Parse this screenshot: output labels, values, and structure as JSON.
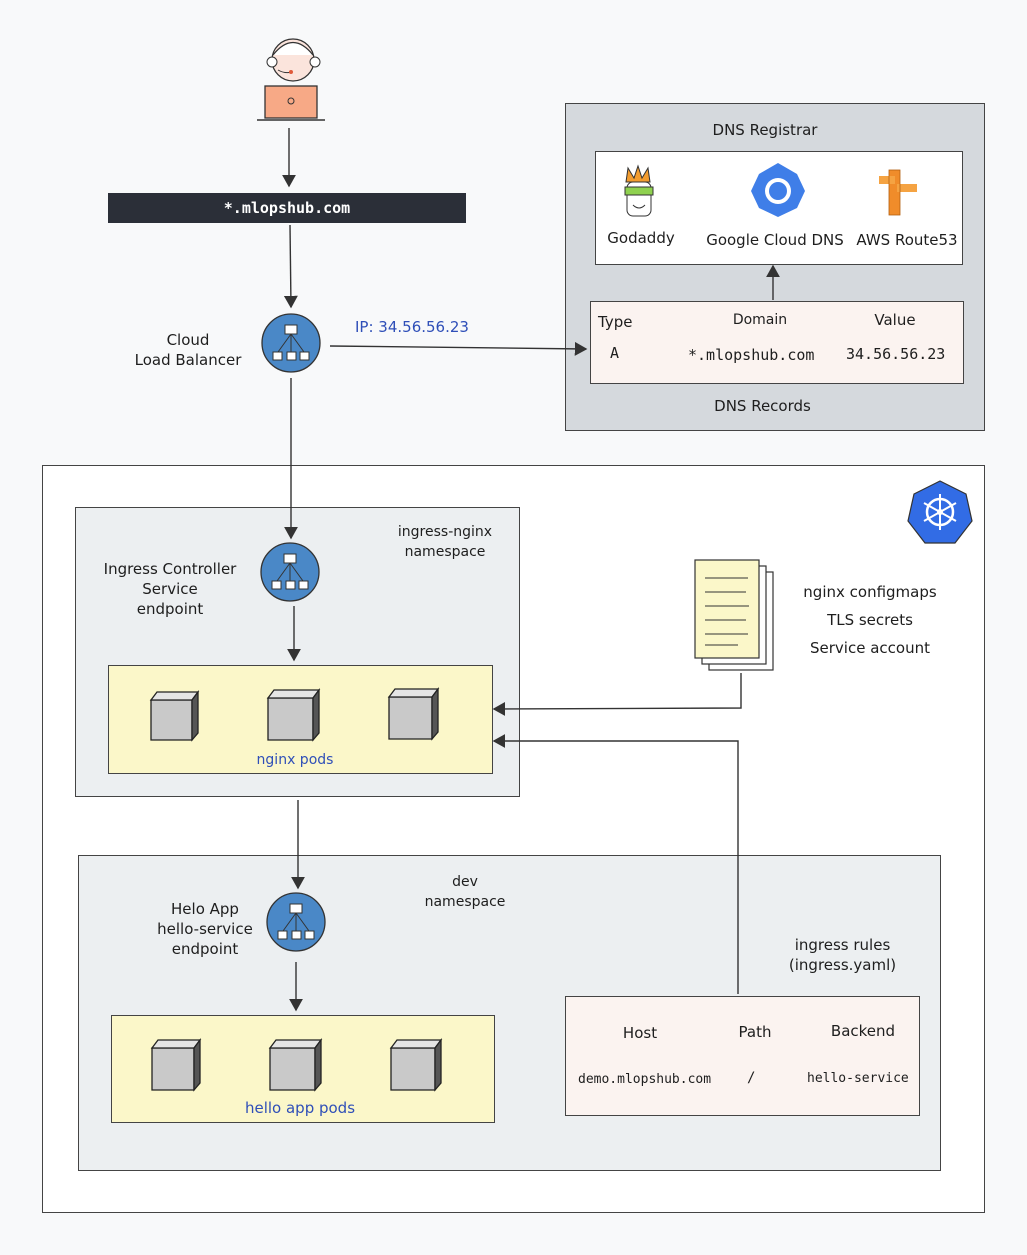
{
  "domain_bar": {
    "label": "*.mlopshub.com"
  },
  "load_balancer": {
    "label_line1": "Cloud",
    "label_line2": "Load Balancer",
    "ip": "IP: 34.56.56.23"
  },
  "dns_registrar": {
    "title": "DNS Registrar",
    "providers": [
      {
        "name": "Godaddy",
        "icon": "godaddy-logo"
      },
      {
        "name": "Google Cloud DNS",
        "icon": "google-cloud-dns-logo"
      },
      {
        "name": "AWS Route53",
        "icon": "aws-route53-logo"
      }
    ],
    "records_title": "DNS Records",
    "records": {
      "headers": [
        "Type",
        "Domain",
        "Value"
      ],
      "row": [
        "A",
        "*.mlopshub.com",
        "34.56.56.23"
      ]
    }
  },
  "kubernetes": {
    "icon": "kubernetes-logo"
  },
  "ingress_namespace": {
    "title_line1": "ingress-nginx",
    "title_line2": "namespace",
    "endpoint_line1": "Ingress Controller",
    "endpoint_line2": "Service",
    "endpoint_line3": "endpoint",
    "pods_label": "nginx pods"
  },
  "config_docs": {
    "line1": "nginx configmaps",
    "line2": "TLS secrets",
    "line3": "Service account"
  },
  "dev_namespace": {
    "title_line1": "dev",
    "title_line2": "namespace",
    "endpoint_line1": "Helo App",
    "endpoint_line2": "hello-service",
    "endpoint_line3": "endpoint",
    "pods_label": "hello app pods"
  },
  "ingress_rules": {
    "title_line1": "ingress rules",
    "title_line2": "(ingress.yaml)",
    "headers": [
      "Host",
      "Path",
      "Backend"
    ],
    "row": [
      "demo.mlopshub.com",
      "/",
      "hello-service"
    ]
  },
  "colors": {
    "dark_bar": "#2b2f38",
    "namespace_fill": "#eceff1",
    "registrar_fill": "#d5d9dd",
    "pods_fill": "#fbf7c9",
    "table_fill": "#fbf3f0",
    "node_blue": "#4a88c7",
    "k8s_blue": "#326ce5",
    "accent_text": "#2f4fb8"
  }
}
